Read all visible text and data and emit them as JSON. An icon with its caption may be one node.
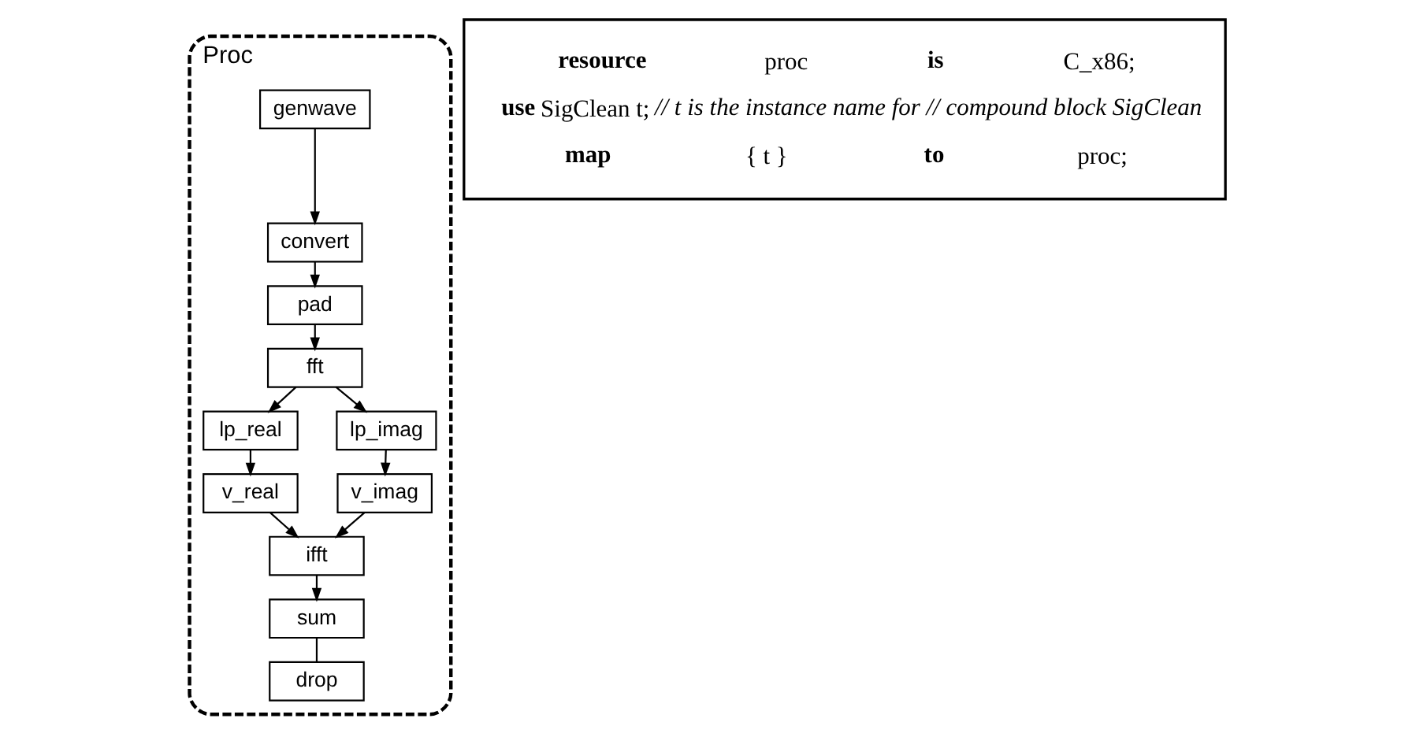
{
  "diagram": {
    "nodes": [
      {
        "text": [
          "Proc"
        ]
      },
      {
        "text": [
          "genwave"
        ],
        "in": 0
      },
      {
        "text": [
          "convert"
        ],
        "in": 0
      },
      {
        "text": [
          "pad"
        ],
        "in": 0
      },
      {
        "text": [
          "fft"
        ],
        "in": 0
      },
      {
        "text": [
          "lp_real"
        ],
        "in": 0
      },
      {
        "text": [
          "lp_imag"
        ],
        "in": 0
      },
      {
        "text": [
          "v_real"
        ],
        "in": 0
      },
      {
        "text": [
          "v_imag"
        ],
        "in": 0
      },
      {
        "text": [
          "ifft"
        ],
        "in": 0
      },
      {
        "text": [
          "sum"
        ],
        "in": 0
      },
      {
        "text": [
          "drop"
        ],
        "in": 0
      },
      {
        "text": [
          "**resource** proc **is** C_x86;",
          "**use** SigClean t; *// t is the instance name for // compound block SigClean*",
          "**map** { t } **to** proc;"
        ]
      }
    ],
    "edges": [
      {
        "from": 1,
        "to": 2,
        "arrow": "to"
      },
      {
        "from": 2,
        "to": 3,
        "arrow": "to"
      },
      {
        "from": 3,
        "to": 4,
        "arrow": "to"
      },
      {
        "from": 4,
        "to": 5,
        "arrow": "to"
      },
      {
        "from": 4,
        "to": 6,
        "arrow": "to"
      },
      {
        "from": 5,
        "to": 7,
        "arrow": "to"
      },
      {
        "from": 6,
        "to": 8,
        "arrow": "to"
      },
      {
        "from": 7,
        "to": 9,
        "arrow": "to"
      },
      {
        "from": 8,
        "to": 9,
        "arrow": "to"
      },
      {
        "from": 9,
        "to": 10,
        "arrow": "to"
      },
      {
        "from": 10,
        "to": 11,
        "arrow": "none"
      }
    ]
  }
}
